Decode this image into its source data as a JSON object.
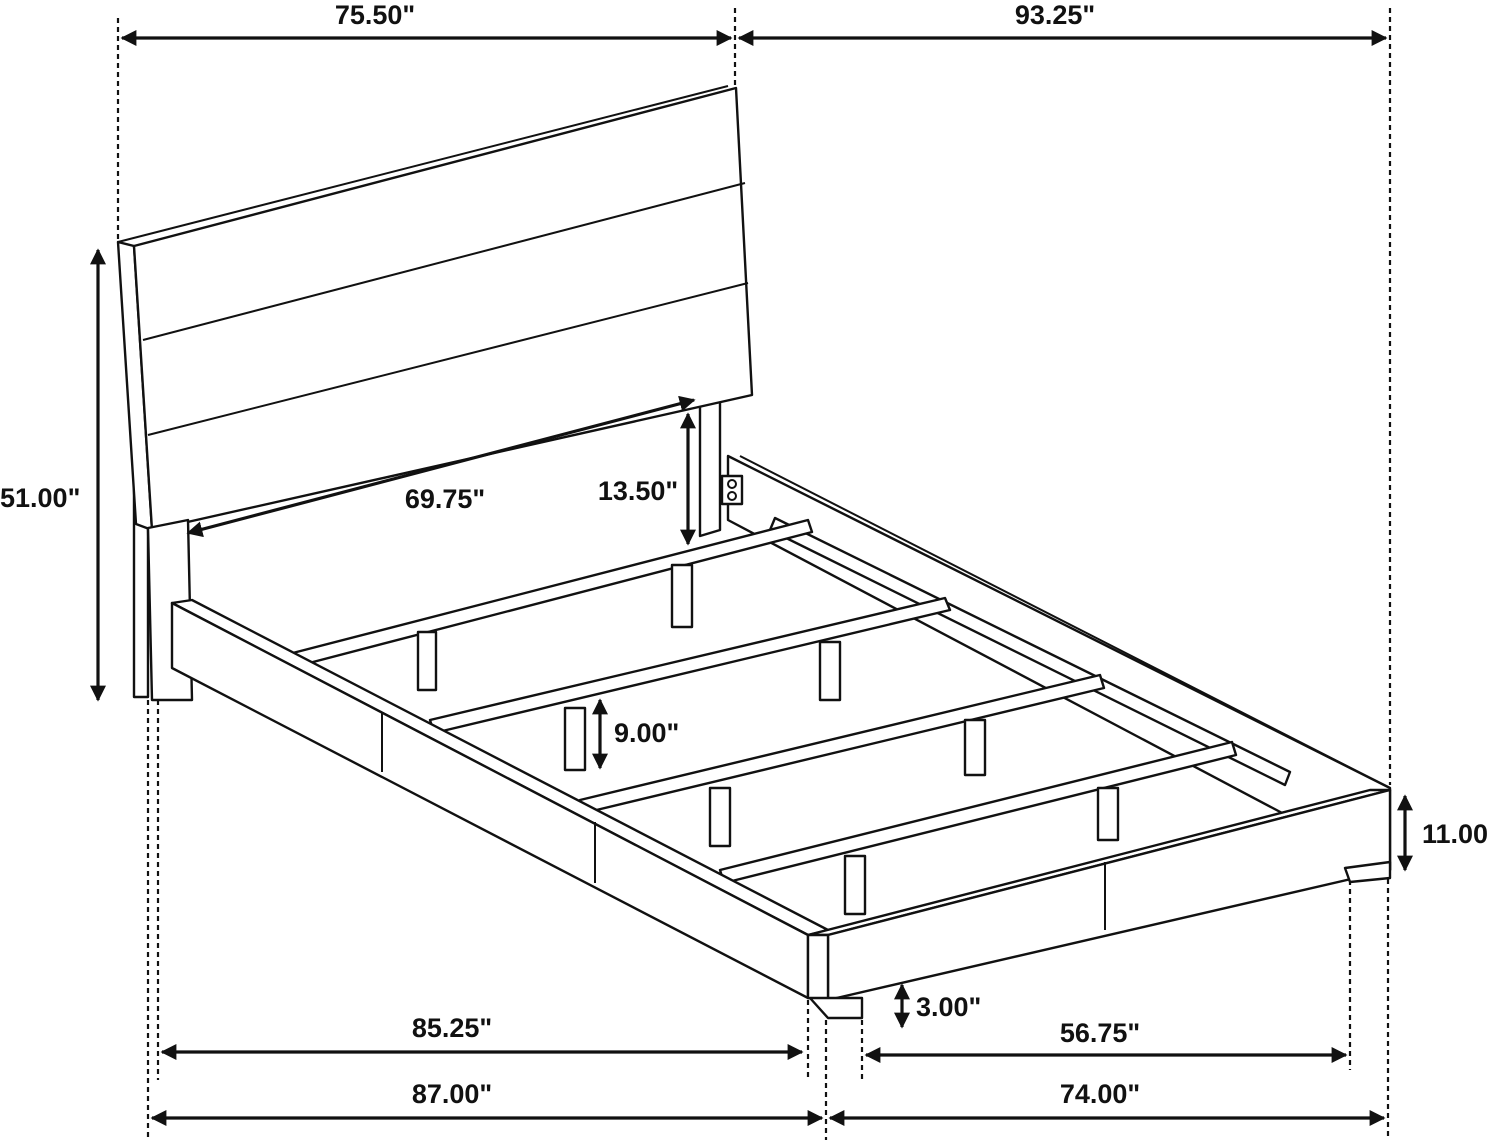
{
  "dimensions": {
    "headboard_width": "75.50\"",
    "overall_length": "93.25\"",
    "overall_height": "51.00\"",
    "inner_width": "69.75\"",
    "headboard_clearance": "13.50\"",
    "slat_support_height": "9.00\"",
    "footboard_height": "11.00",
    "floor_clearance": "3.00\"",
    "inner_length_left": "85.25\"",
    "inner_length_right": "56.75\"",
    "outer_length_left": "87.00\"",
    "outer_length_right": "74.00\""
  }
}
